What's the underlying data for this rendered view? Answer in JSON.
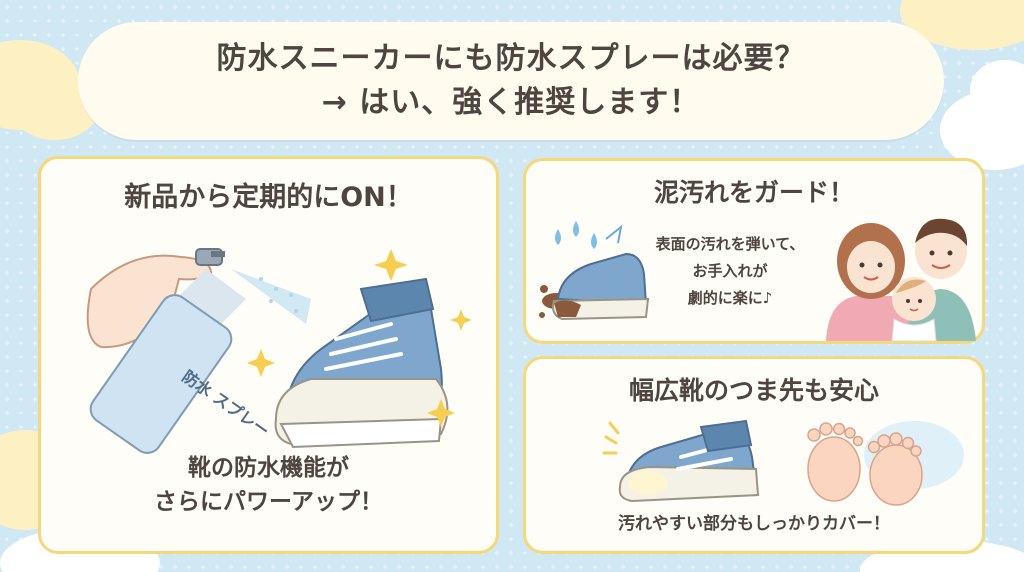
{
  "title": {
    "line1": "防水スニーカーにも防水スプレーは必要？",
    "line2": "→ はい、強く推奨します！"
  },
  "panel_left": {
    "heading": "新品から定期的にON！",
    "can_label": "防水 スプレー",
    "caption_line1": "靴の防水機能が",
    "caption_line2": "さらにパワーアップ！"
  },
  "panel_top_right": {
    "heading": "泥汚れをガード！",
    "caption_line1": "表面の汚れを弾いて、",
    "caption_line2": "お手入れが",
    "caption_line3": "劇的に楽に♪"
  },
  "panel_bottom_right": {
    "heading": "幅広靴のつま先も安心",
    "caption": "汚れやすい部分もしっかりカバー！"
  },
  "colors": {
    "background": "#cfe8f3",
    "panel_border": "#f6d77a",
    "panel_fill": "#fffdf7",
    "shoe_blue": "#7fa6cc",
    "text": "#4e4540"
  },
  "icons": [
    "spray-can-icon",
    "hand-icon",
    "sparkle-icon",
    "sneaker-icon",
    "water-drop-icon",
    "family-icon",
    "baby-feet-icon"
  ]
}
